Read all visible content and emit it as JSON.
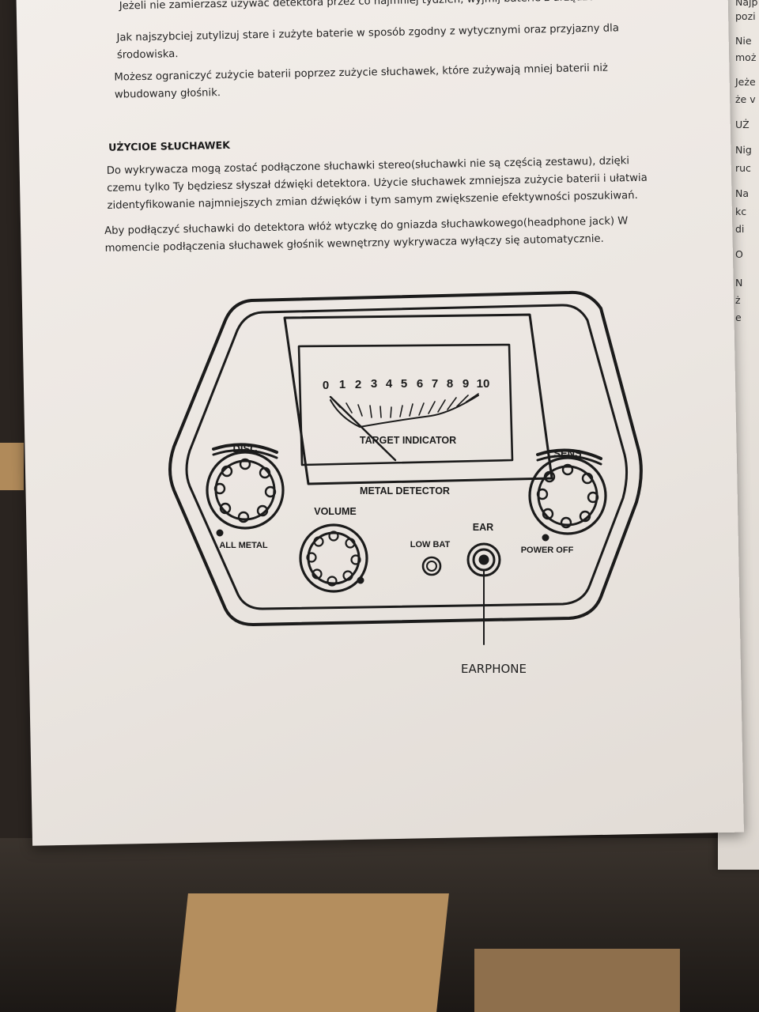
{
  "document": {
    "battery_lines": [
      "Jeżeli nie zamierzasz używać detektora przez co najmniej tydzień, wyjmij baterie z urządzenia.",
      "Jak najszybciej zutylizuj stare i zużyte baterie w sposób zgodny z wytycznymi oraz przyjazny dla",
      "środowiska.",
      "Możesz ograniczyć zużycie baterii poprzez zużycie słuchawek, które zużywają mniej baterii niż",
      "wbudowany głośnik."
    ],
    "heading": "UŻYCIOE SŁUCHAWEK",
    "para1_lines": [
      "Do wykrywacza mogą zostać podłączone słuchawki stereo(słuchawki nie są częścią zestawu), dzięki",
      "czemu tylko Ty będziesz słyszał dźwięki detektora. Użycie słuchawek zmniejsza zużycie baterii i ułatwia",
      "zidentyfikowanie najmniejszych zmian dźwięków i tym samym zwiększenie efektywności poszukiwań."
    ],
    "para2_lines": [
      "Aby podłączyć słuchawki do detektora włóż wtyczkę do gniazda słuchawkowego(headphone jack) W",
      "momencie podłączenia słuchawek głośnik wewnętrzny wykrywacza wyłączy się automatycznie."
    ]
  },
  "diagram": {
    "meter_scale": [
      "0",
      "1",
      "2",
      "3",
      "4",
      "5",
      "6",
      "7",
      "8",
      "9",
      "10"
    ],
    "target_indicator": "TARGET INDICATOR",
    "metal_detector": "METAL DETECTOR",
    "disc": "DISC",
    "sens": "SENS",
    "all_metal": "ALL METAL",
    "power_off": "POWER OFF",
    "volume": "VOLUME",
    "low_bat": "LOW BAT",
    "ear": "EAR",
    "earphone": "EARPHONE"
  },
  "side_page": {
    "fragments": [
      "Najp",
      "pozi",
      "Nie",
      "moż",
      "Jeże",
      "że v",
      "UŻ",
      "Nig",
      "ruc",
      "Na",
      "kc",
      "di",
      "O",
      "N",
      "ż",
      "e"
    ]
  },
  "colors": {
    "paper": "#efeae5",
    "ink": "#222222",
    "background": "#2a2420",
    "cardboard": "#b48e5e"
  }
}
